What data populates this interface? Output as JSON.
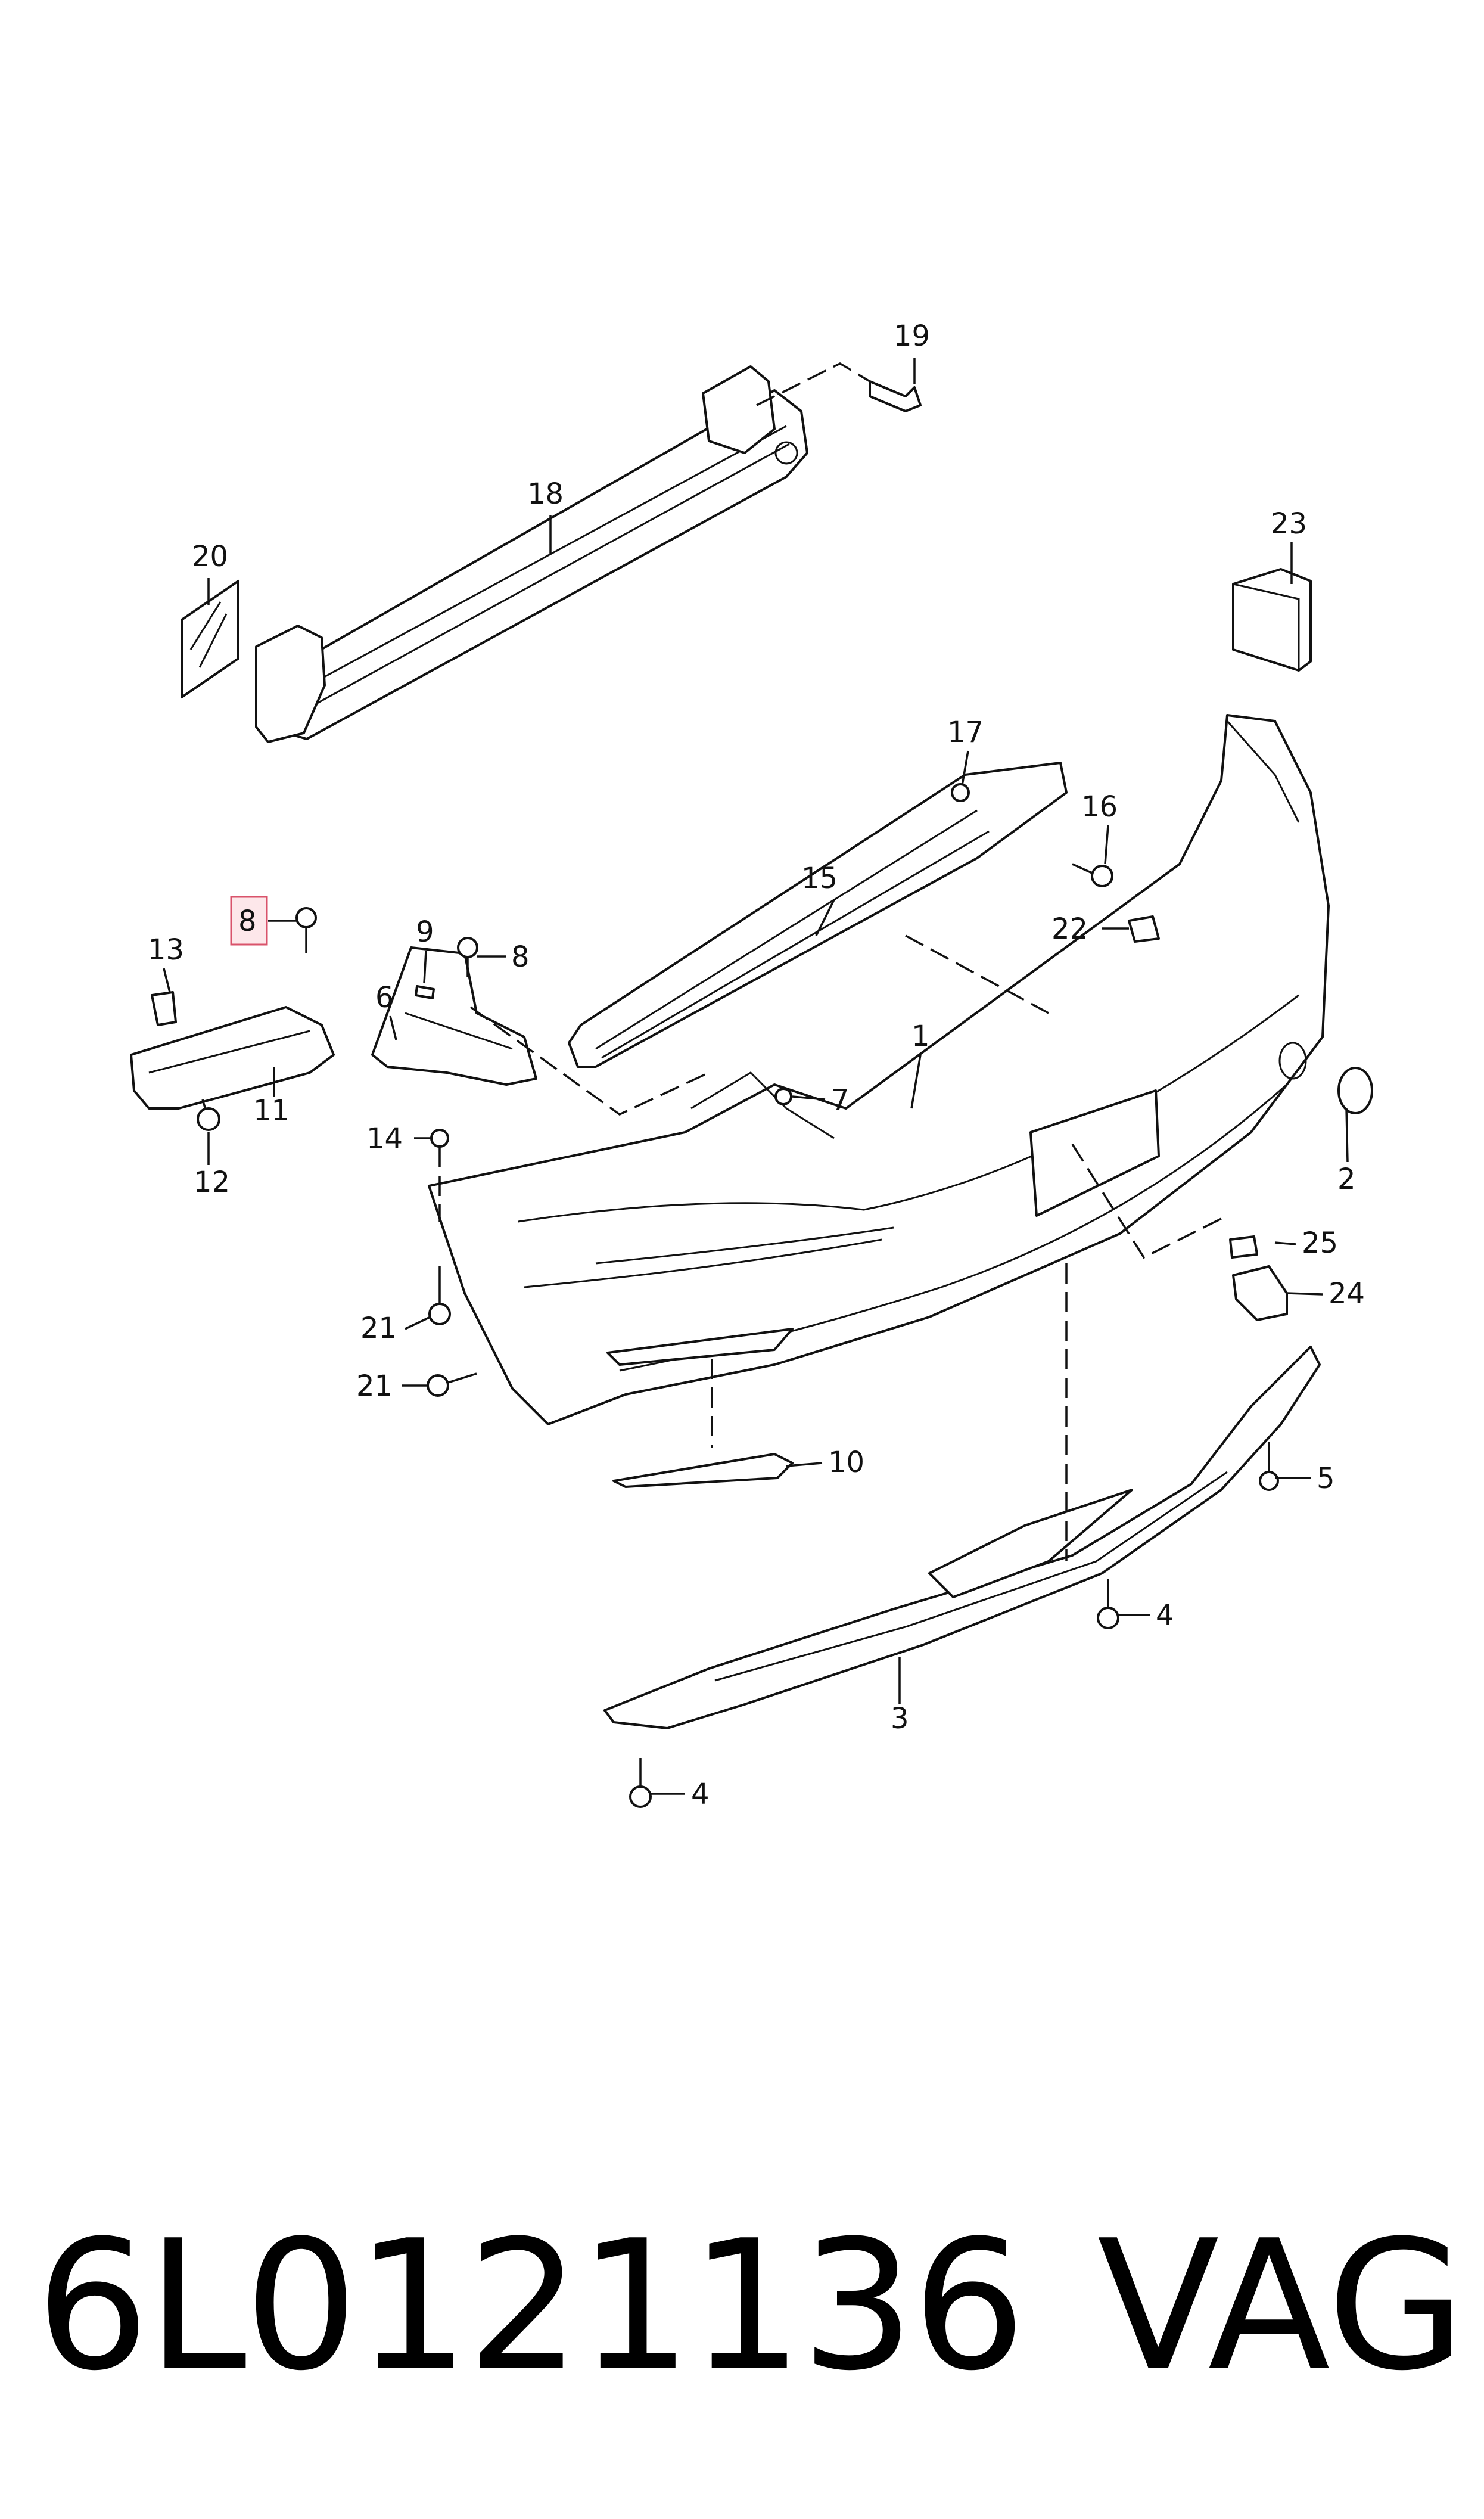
{
  "labels": {
    "n1": "1",
    "n2": "2",
    "n3": "3",
    "n4a": "4",
    "n4b": "4",
    "n5": "5",
    "n6": "6",
    "n7": "7",
    "n8a": "8",
    "n8b": "8",
    "n9": "9",
    "n10": "10",
    "n11": "11",
    "n12": "12",
    "n13": "13",
    "n14": "14",
    "n15": "15",
    "n16": "16",
    "n17": "17",
    "n18": "18",
    "n19": "19",
    "n20": "20",
    "n21a": "21",
    "n21b": "21",
    "n22": "22",
    "n23": "23",
    "n24": "24",
    "n25": "25"
  },
  "highlighted_callout": "8",
  "highlight_color": "#fde7ea",
  "footer": {
    "part_number": "6L0121136",
    "brand": "VAG"
  }
}
